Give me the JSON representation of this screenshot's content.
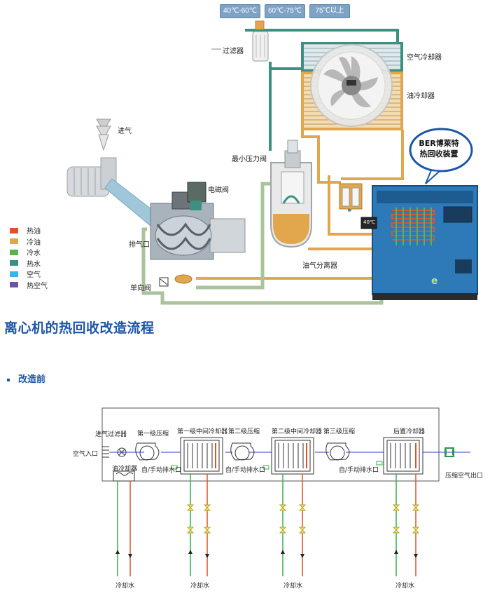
{
  "temp_badges": [
    "40℃-60℃",
    "60℃-75℃",
    "75℃以上"
  ],
  "labels": {
    "filter": "过滤器",
    "air_cooler": "空气冷却器",
    "oil_cooler": "油冷却器",
    "intake": "进气",
    "solenoid_valve": "电磁阀",
    "min_pressure_valve": "最小压力阀",
    "exhaust_port": "排气口",
    "check_valve": "单向阀",
    "oil_separator": "油气分离器"
  },
  "callout": {
    "line1": "BER博莱特",
    "line2": "热回收装置"
  },
  "device": {
    "temp_display": "40℃"
  },
  "legend": [
    {
      "label": "热油",
      "color": "#e0522b"
    },
    {
      "label": "冷油",
      "color": "#e2a74c"
    },
    {
      "label": "冷水",
      "color": "#5bb34a"
    },
    {
      "label": "热水",
      "color": "#3c9081"
    },
    {
      "label": "空气",
      "color": "#37b6e6"
    },
    {
      "label": "热空气",
      "color": "#6c56a6"
    }
  ],
  "colors": {
    "hot_oil": "#e0522b",
    "cold_oil": "#e2a74c",
    "cold_water": "#5bb34a",
    "hot_water": "#3c9081",
    "air": "#37b6e6",
    "hot_air": "#6c56a6",
    "title_blue": "#1d55a7"
  },
  "title": "离心机的热回收改造流程",
  "subtitle": "改造前",
  "flow": {
    "air_inlet": "空气入口",
    "intake_filter": "进气过滤器",
    "stage1": "第一级压缩",
    "intercooler1": "第一级中间冷却器",
    "stage2": "第二级压缩",
    "intercooler2": "第二级中间冷却器",
    "stage3": "第三级压缩",
    "aftercooler": "后置冷却器",
    "oil_cooler": "油冷却器",
    "drain1": "自/手动排水口",
    "drain2": "自/手动排水口",
    "drain3": "自/手动排水口",
    "outlet": "压缩空气出口",
    "cw1": "冷却水",
    "cw2": "冷却水",
    "cw3": "冷却水",
    "cw4": "冷却水"
  }
}
